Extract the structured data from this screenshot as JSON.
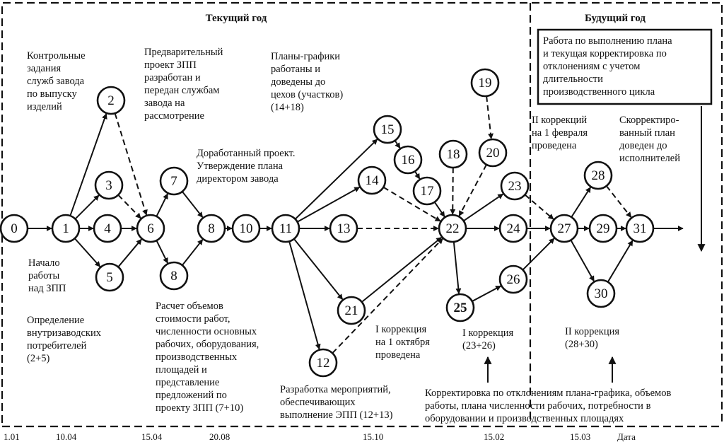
{
  "sections": {
    "current_year": "Текущий год",
    "next_year": "Будущий год"
  },
  "nodes": {
    "n0": "0",
    "n1": "1",
    "n2": "2",
    "n3": "3",
    "n4": "4",
    "n5": "5",
    "n6": "6",
    "n7": "7",
    "n8a": "8",
    "n8b": "8",
    "n10": "10",
    "n11": "11",
    "n12": "12",
    "n13": "13",
    "n14": "14",
    "n15": "15",
    "n16": "16",
    "n17": "17",
    "n18": "18",
    "n19": "19",
    "n20": "20",
    "n21": "21",
    "n22": "22",
    "n23": "23",
    "n24": "24",
    "n25": "25",
    "n26": "26",
    "n27": "27",
    "n28": "28",
    "n29": "29",
    "n30": "30",
    "n31": "31"
  },
  "notes": {
    "control_tasks": [
      "Контрольные",
      "задания",
      "служб завода",
      "по выпуску",
      "изделий"
    ],
    "start_work": [
      "Начало",
      "работы",
      "над ЗПП"
    ],
    "internal_consumers": [
      "Определение",
      "внутризаводских",
      "потребителей",
      "(2+5)"
    ],
    "preliminary_project": [
      "Предварительный",
      "проект ЗПП",
      "разработан и",
      "передан службам",
      "завода на",
      "рассмотрение"
    ],
    "finalized_project": [
      "Доработанный проект.",
      "Утверждение плана",
      "директором завода"
    ],
    "schedules": [
      "Планы-графики",
      "работаны и",
      "доведены до",
      "цехов (участков)",
      "(14+18)"
    ],
    "calculation": [
      "Расчет объемов",
      "стоимости работ,",
      "численности основных",
      "рабочих, оборудования,",
      "производственных",
      "площадей и",
      "представление",
      "предложений по",
      "проекту ЗПП (7+10)"
    ],
    "measures": [
      "Разработка мероприятий,",
      "обеспечивающих",
      "выполнение ЭПП (12+13)"
    ],
    "first_correction_done": [
      "I коррекция",
      "на 1 октября",
      "проведена"
    ],
    "first_correction": [
      "I коррекция",
      "(23+26)"
    ],
    "second_correction": [
      "II коррекция",
      "(28+30)"
    ],
    "second_correction_done": [
      "II коррекций",
      "на 1 февраля",
      "проведена"
    ],
    "adjusted_plan": [
      "Скорректиро-",
      "ванный план",
      "доведен до",
      "исполнителей"
    ],
    "plan_work_box": [
      "Работа по выполнению плана",
      "и текущая корректировка по",
      "отклонениям с учетом",
      "длительности",
      "производственного цикла"
    ],
    "deviation_correction": [
      "Корректировка по отклонениям плана-графика, объемов",
      "работы, плана численности рабочих, потребности в",
      "оборудовании и производственных площадях"
    ]
  },
  "timeline": {
    "ticks": [
      "1.01",
      "10.04",
      "15.04",
      "20.08",
      "15.10",
      "15.02",
      "15.03"
    ],
    "end_label": "Дата"
  }
}
